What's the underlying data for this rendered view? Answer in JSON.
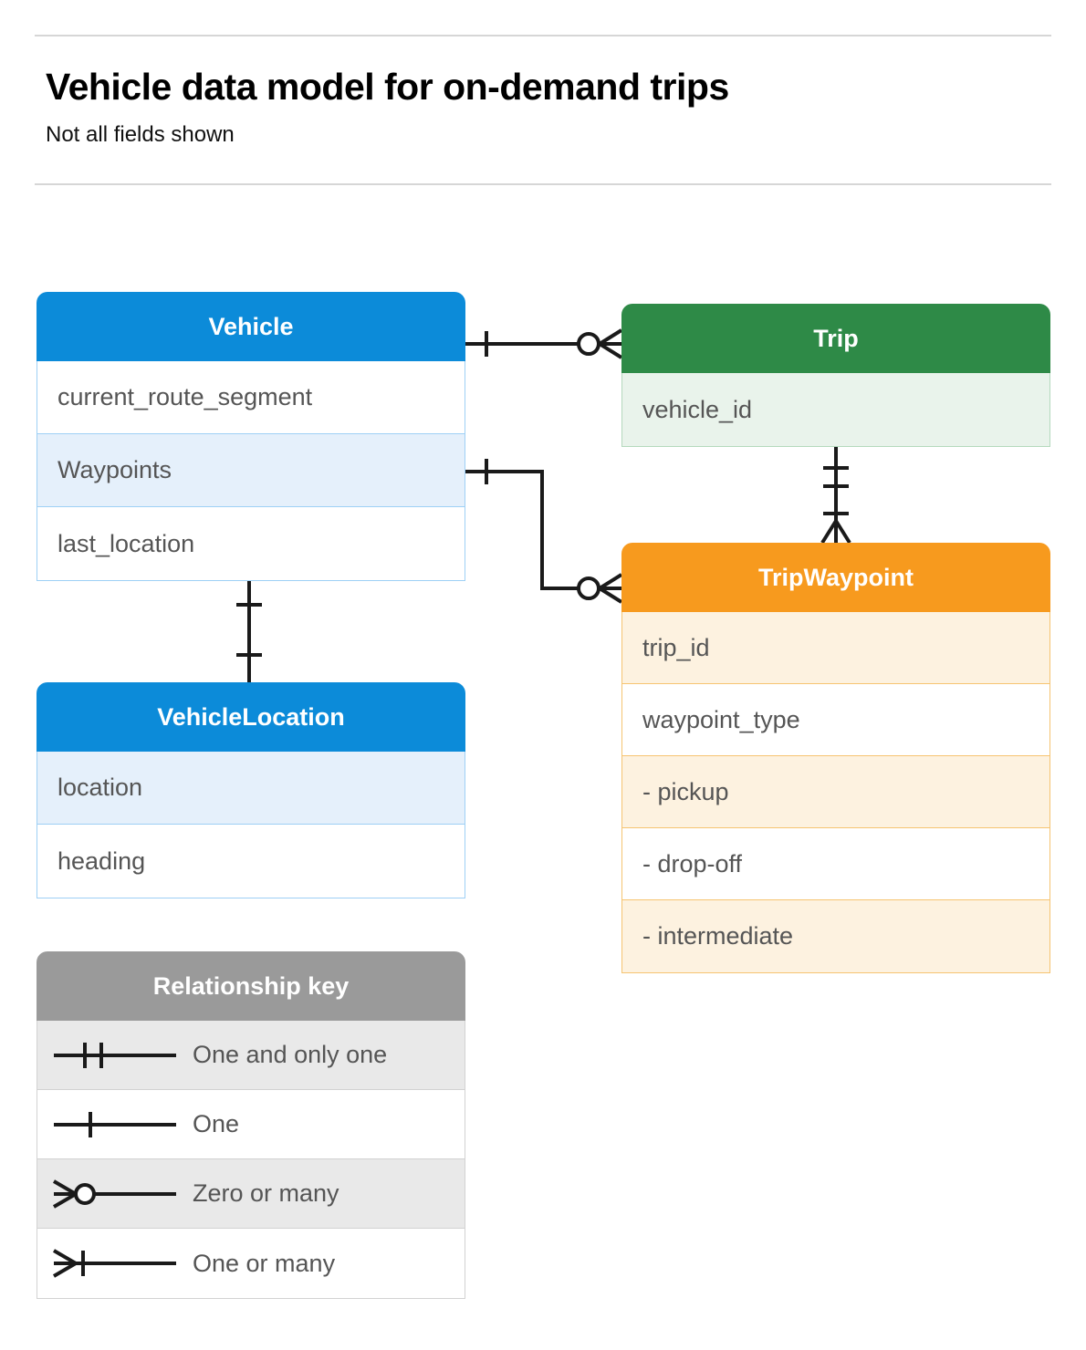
{
  "header": {
    "title": "Vehicle data model for on-demand trips",
    "subtitle": "Not all fields shown"
  },
  "colors": {
    "vehicle": "#0c8bd9",
    "trip": "#2e8a47",
    "tripwaypoint": "#f79a1e",
    "legend": "#9a9a9a",
    "connector": "#1a1a1a",
    "divider": "#d6d6d6",
    "field_text": "#555555"
  },
  "entities": [
    {
      "id": "vehicle",
      "name": "Vehicle",
      "fields": [
        {
          "label": "current_route_segment",
          "tint": false
        },
        {
          "label": "Waypoints",
          "tint": true
        },
        {
          "label": "last_location",
          "tint": false
        }
      ]
    },
    {
      "id": "trip",
      "name": "Trip",
      "fields": [
        {
          "label": "vehicle_id",
          "tint": true
        }
      ]
    },
    {
      "id": "tripwaypoint",
      "name": "TripWaypoint",
      "fields": [
        {
          "label": "trip_id",
          "tint": true
        },
        {
          "label": "waypoint_type",
          "tint": false
        },
        {
          "label": "  -  pickup",
          "tint": true
        },
        {
          "label": "  -  drop-off",
          "tint": false
        },
        {
          "label": "  -  intermediate",
          "tint": true
        }
      ]
    },
    {
      "id": "vehiclelocation",
      "name": "VehicleLocation",
      "fields": [
        {
          "label": "location",
          "tint": true
        },
        {
          "label": "heading",
          "tint": false
        }
      ]
    }
  ],
  "legend": {
    "title": "Relationship key",
    "items": [
      {
        "symbol": "one-and-only-one",
        "label": "One and only one",
        "tint": true
      },
      {
        "symbol": "one",
        "label": "One",
        "tint": false
      },
      {
        "symbol": "zero-or-many",
        "label": "Zero or many",
        "tint": true
      },
      {
        "symbol": "one-or-many",
        "label": "One or many",
        "tint": false
      }
    ]
  },
  "relationships": [
    {
      "from": "Vehicle",
      "to": "Trip",
      "from_cardinality": "One",
      "to_cardinality": "Zero or many"
    },
    {
      "from": "Vehicle.Waypoints",
      "to": "TripWaypoint",
      "from_cardinality": "One",
      "to_cardinality": "Zero or many"
    },
    {
      "from": "Trip",
      "to": "TripWaypoint",
      "from_cardinality": "One and only one",
      "to_cardinality": "One or many"
    },
    {
      "from": "Vehicle",
      "to": "VehicleLocation",
      "from_cardinality": "One",
      "to_cardinality": "One"
    }
  ]
}
